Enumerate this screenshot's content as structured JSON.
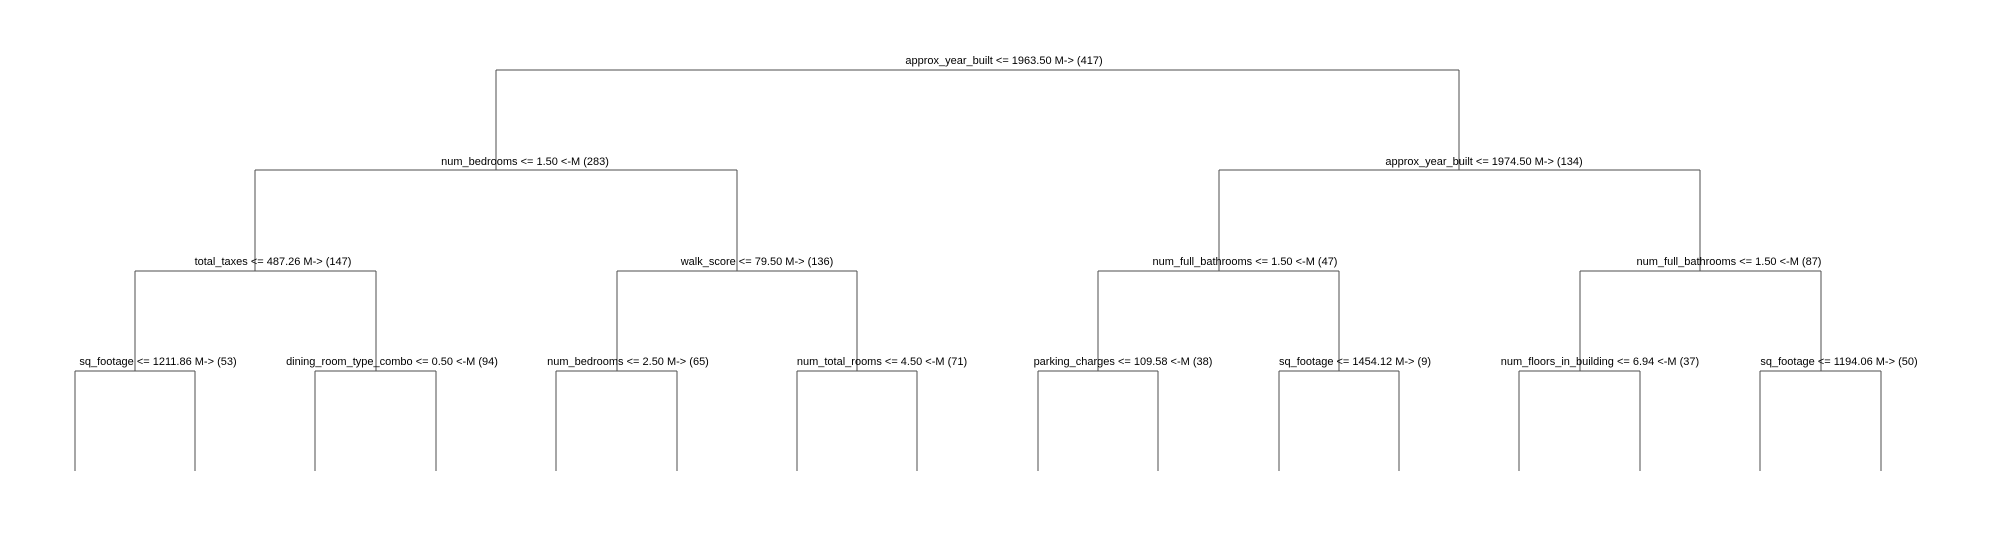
{
  "tree": {
    "node_label": "approx_year_built <= 1963.50 M-> (417)",
    "left": {
      "node_label": "num_bedrooms <= 1.50 <-M (283)",
      "left": {
        "node_label": "total_taxes <= 487.26 M-> (147)",
        "left": {
          "node_label": "sq_footage <= 1211.86 M-> (53)"
        },
        "right": {
          "node_label": "dining_room_type_combo <= 0.50 <-M (94)"
        }
      },
      "right": {
        "node_label": "walk_score <= 79.50 M-> (136)",
        "left": {
          "node_label": "num_bedrooms <= 2.50 M-> (65)"
        },
        "right": {
          "node_label": "num_total_rooms <= 4.50 <-M (71)"
        }
      }
    },
    "right": {
      "node_label": "approx_year_built <= 1974.50 M-> (134)",
      "left": {
        "node_label": "num_full_bathrooms <= 1.50 <-M (47)",
        "left": {
          "node_label": "parking_charges <= 109.58 <-M (38)"
        },
        "right": {
          "node_label": "sq_footage <= 1454.12 M-> (9)"
        }
      },
      "right": {
        "node_label": "num_full_bathrooms <= 1.50 <-M (87)",
        "left": {
          "node_label": "num_floors_in_building <= 6.94 <-M (37)"
        },
        "right": {
          "node_label": "sq_footage <= 1194.06 M-> (50)"
        }
      }
    }
  }
}
